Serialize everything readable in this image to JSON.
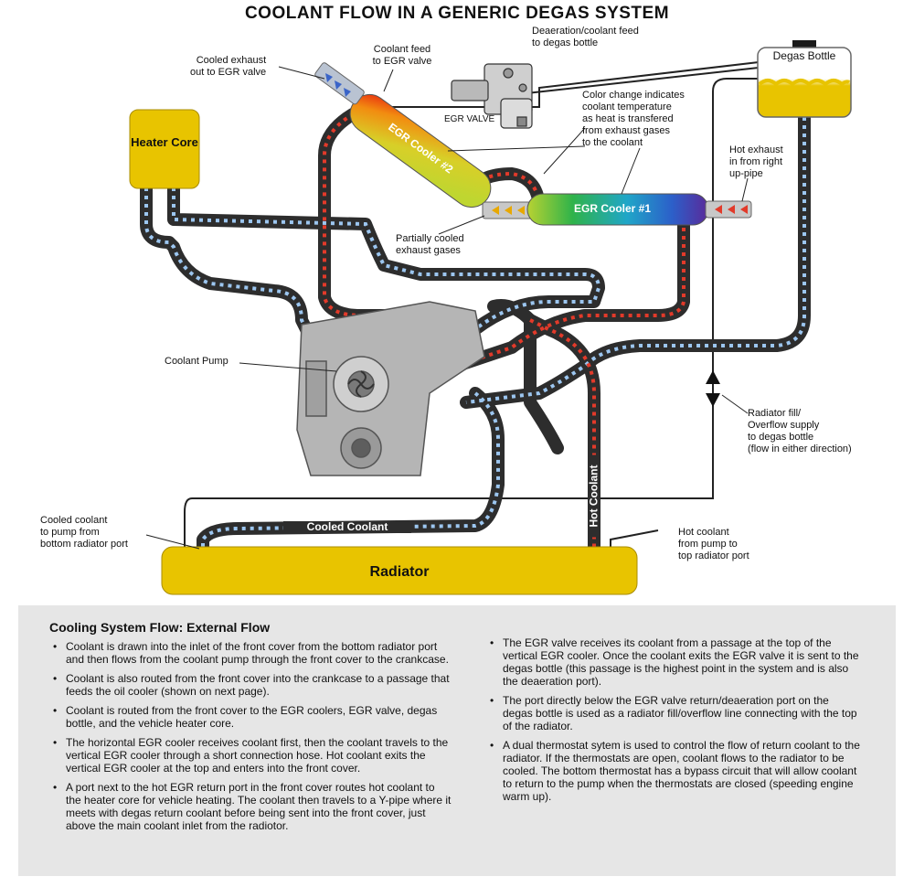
{
  "title": "COOLANT FLOW IN A GENERIC DEGAS SYSTEM",
  "components": {
    "heater_core": "Heater Core",
    "degas_bottle": "Degas Bottle",
    "egr_cooler_2": "EGR Cooler #2",
    "egr_cooler_1": "EGR Cooler #1",
    "radiator": "Radiator",
    "egr_valve": "EGR VALVE",
    "cooled_coolant_pipe": "Cooled Coolant",
    "hot_coolant_pipe": "Hot Coolant"
  },
  "callouts": {
    "cooled_exhaust": "Cooled exhaust\nout to EGR valve",
    "coolant_feed": "Coolant feed\nto EGR valve",
    "deaeration_feed": "Deaeration/coolant feed\nto degas bottle",
    "color_change": "Color change indicates\ncoolant temperature\nas heat is transfered\nfrom exhaust gases\nto the coolant",
    "hot_exhaust": "Hot exhaust\nin from right\nup-pipe",
    "partially_cooled": "Partially cooled\nexhaust gases",
    "coolant_pump": "Coolant Pump",
    "radiator_fill": "Radiator fill/\nOverflow supply\nto degas bottle\n(flow in either direction)",
    "cooled_to_pump": "Cooled coolant\nto pump from\nbottom radiator port",
    "hot_to_top": "Hot coolant\nfrom pump to\ntop radiator port"
  },
  "notes": {
    "heading": "Cooling System Flow: External Flow",
    "left": [
      "Coolant is drawn into the inlet of the front cover from the bottom radiator port and then flows from the coolant pump through the front cover to the crankcase.",
      "Coolant is also routed from the front cover into the crankcase to a passage that feeds the oil cooler (shown on next page).",
      "Coolant is routed from the front cover to the EGR coolers, EGR valve, degas bottle, and the vehicle heater core.",
      "The horizontal EGR cooler receives coolant first, then the coolant travels to the vertical EGR cooler through a short connection hose. Hot coolant exits the vertical EGR cooler at the top and enters into the front cover.",
      "A port next to the hot EGR return port in the front cover routes hot coolant to the heater core for vehicle heating. The coolant then travels to a Y-pipe where it meets with degas return coolant before being sent into the front cover, just above the main coolant inlet from the radiotor."
    ],
    "right": [
      "The EGR valve receives its coolant from a passage at the top of the vertical EGR cooler. Once the coolant exits the EGR valve it is sent to the degas bottle (this passage is the highest point in the system and is also the deaeration port).",
      "The port directly below the EGR valve return/deaeration port on the degas bottle is used as a radiator fill/overflow line connecting with the top of the radiator.",
      "A dual thermostat sytem is used to control the flow of return coolant to the radiator. If the thermostats are open, coolant flows to the radiator to be cooled. The bottom thermostat has a bypass circuit that will allow coolant to return to the pump when the thermostats are closed (speeding engine warm up)."
    ]
  },
  "colors": {
    "yellow": "#e8c400",
    "pipe": "#2d2d2d",
    "cool_arrow": "#9cc6f0",
    "hot_arrow": "#e23a2a",
    "panel": "#e6e6e6"
  }
}
